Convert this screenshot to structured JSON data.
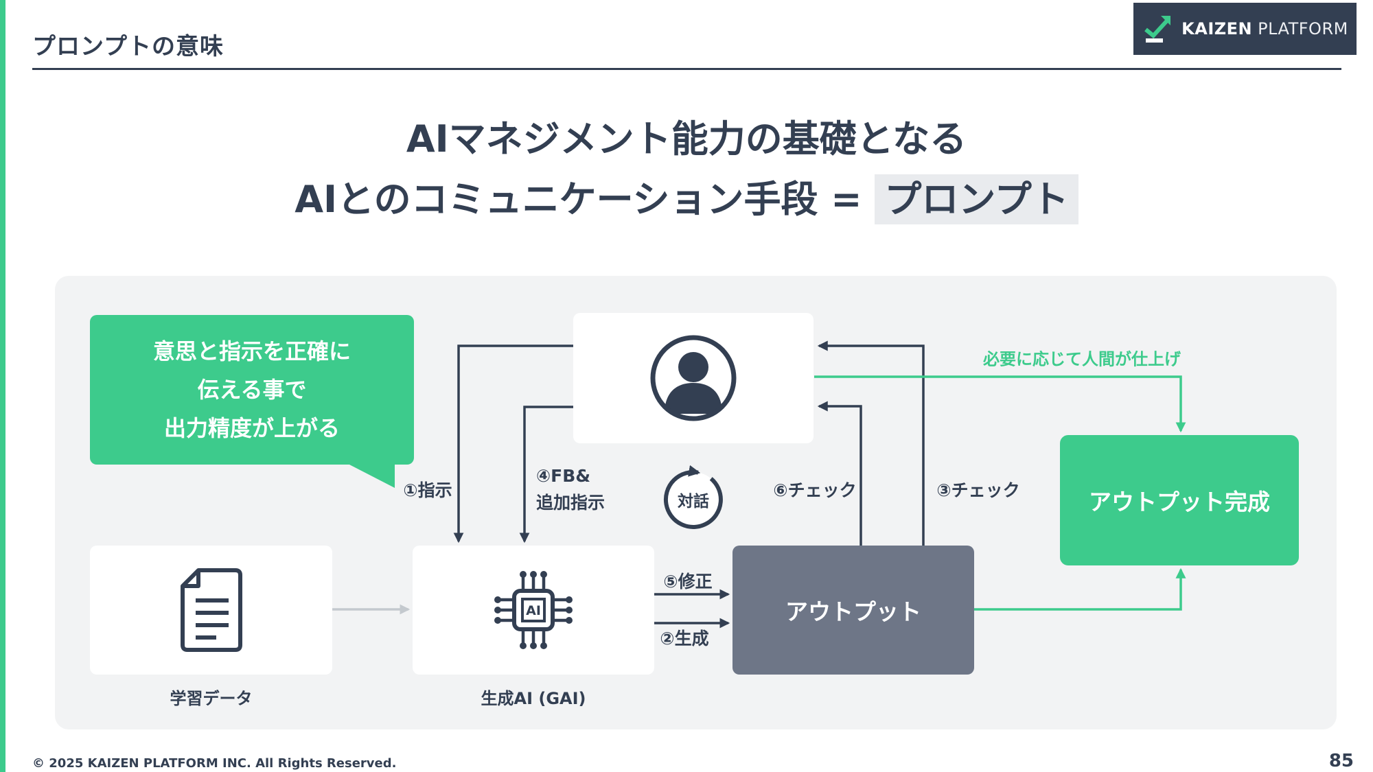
{
  "header": {
    "title": "プロンプトの意味"
  },
  "logo": {
    "name_bold": "KAIZEN",
    "name_light": "PLATFORM"
  },
  "heading": {
    "line1": "AIマネジメント能力の基礎となる",
    "line2_prefix": "AIとのコミュニケーション手段 = ",
    "line2_highlight": "プロンプト"
  },
  "diagram": {
    "bubble_line1": "意思と指示を正確に",
    "bubble_line2": "伝える事で",
    "bubble_line3": "出力精度が上がる",
    "note": "必要に応じて人間が仕上げ",
    "output_done": "アウトプット完成",
    "output": "アウトプット",
    "dialogue": "対話",
    "training_data": "学習データ",
    "gai": "生成AI (GAI)",
    "chip_text": "AI",
    "labels": {
      "step1": "①指示",
      "step2": "②生成",
      "step3": "③チェック",
      "step4a": "④FB&",
      "step4b": "追加指示",
      "step5": "⑤修正",
      "step6": "⑥チェック"
    }
  },
  "footer": {
    "copyright": "© 2025 KAIZEN PLATFORM INC. All Rights Reserved.",
    "page": "85"
  },
  "colors": {
    "green": "#3DCB8C",
    "navy": "#333F52",
    "slate_box": "#6E7687",
    "panel_bg": "#F2F3F4",
    "highlight_bg": "#E9EBEE"
  }
}
